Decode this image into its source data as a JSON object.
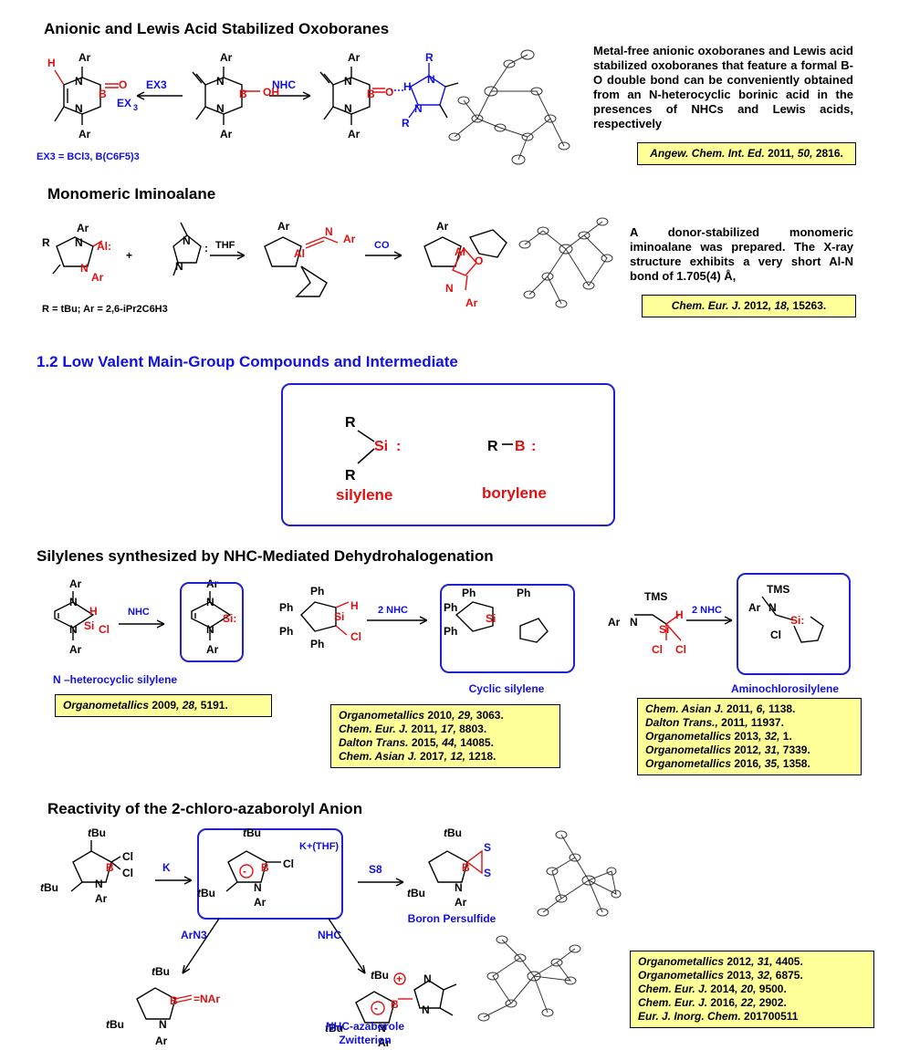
{
  "sec1": {
    "heading": "Anionic and Lewis  Acid Stabilized Oxoboranes",
    "description": "Metal-free anionic oxoboranes and Lewis acid stabilized oxoboranes that feature a formal B-O double bond can be conveniently obtained from an N-heterocyclic borinic acid in the presences of NHCs and Lewis acids, respectively",
    "reagent_left": "EX3",
    "reagent_right": "NHC",
    "footnote": "EX3 = BCl3, B(C6F5)3",
    "citation": {
      "journal": "Angew. Chem. Int. Ed.",
      "year": "2011",
      "volume": "50",
      "pages": "2816."
    }
  },
  "sec2": {
    "heading": "Monomeric Iminoalane",
    "description": "A donor-stabilized monomeric iminoalane was prepared. The X-ray structure exhibits a very short Al-N bond of 1.705(4) Å,",
    "reagent1": "THF",
    "reagent2": "CO",
    "footnote": "R = tBu; Ar = 2,6-iPr2C6H3",
    "citation": {
      "journal": "Chem. Eur. J.",
      "year": "2012",
      "volume": "18",
      "pages": "15263."
    }
  },
  "sec3": {
    "heading": "1.2 Low Valent Main-Group Compounds and Intermediate",
    "silylene_label": "silylene",
    "borylene_label": "borylene"
  },
  "sec4": {
    "heading": "Silylenes synthesized by NHC-Mediated Dehydrohalogenation",
    "reagent_a": "NHC",
    "reagent_b": "2 NHC",
    "reagent_c": "2 NHC",
    "label_a": "N –heterocyclic silylene",
    "label_b": "Cyclic silylene",
    "label_c": "Aminochlorosilylene",
    "citations_a": [
      {
        "journal": "Organometallics",
        "year": "2009",
        "volume": "28",
        "pages": "5191."
      }
    ],
    "citations_b": [
      {
        "journal": "Organometallics",
        "year": "2010",
        "volume": "29",
        "pages": "3063."
      },
      {
        "journal": "Chem. Eur. J.",
        "year": "2011",
        "volume": "17",
        "pages": "8803."
      },
      {
        "journal": "Dalton Trans.",
        "year": "2015",
        "volume": "44",
        "pages": "14085."
      },
      {
        "journal": "Chem. Asian J.",
        "year": "2017",
        "volume": "12",
        "pages": "1218."
      }
    ],
    "citations_c": [
      {
        "journal": "Chem. Asian J.",
        "year": "2011",
        "volume": "6",
        "pages": "1138."
      },
      {
        "journal": "Dalton Trans.,",
        "year": "2011",
        "volume": "",
        "pages": "11937."
      },
      {
        "journal": "Organometallics",
        "year": "2013",
        "volume": "32",
        "pages": "1."
      },
      {
        "journal": "Organometallics",
        "year": "2012",
        "volume": "31",
        "pages": "7339."
      },
      {
        "journal": "Organometallics",
        "year": "2016",
        "volume": "35",
        "pages": "1358."
      }
    ]
  },
  "sec5": {
    "heading": "Reactivity of the 2-chloro-azaborolyl Anion",
    "reagent_k": "K",
    "counter_ion": "K+(THF)",
    "reagent_s8": "S8",
    "reagent_arn3": "ArN3",
    "reagent_nhc": "NHC",
    "label_persulfide": "Boron Persulfide",
    "label_zwitterion_1": "NHC-azaborole",
    "label_zwitterion_2": "Zwitterion",
    "citations": [
      {
        "journal": "Organometallics",
        "year": "2012",
        "volume": "31",
        "pages": "4405."
      },
      {
        "journal": "Organometallics",
        "year": "2013",
        "volume": "32",
        "pages": "6875."
      },
      {
        "journal": "Chem. Eur. J.",
        "year": "2014",
        "volume": "20",
        "pages": "9500."
      },
      {
        "journal": "Chem. Eur. J.",
        "year": "2016",
        "volume": "22",
        "pages": "2902."
      },
      {
        "journal": "Eur. J. Inorg. Chem.",
        "year": "201700511",
        "volume": "",
        "pages": ""
      }
    ]
  },
  "colors": {
    "heading_blue": "#1010e0",
    "highlight_red": "#e01010",
    "citation_fill": "#ffff99",
    "box_border": "#2020d0"
  }
}
